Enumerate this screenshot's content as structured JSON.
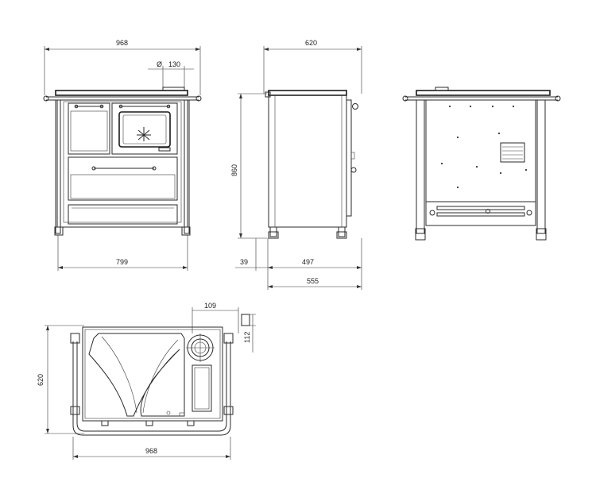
{
  "dimensions": {
    "front_width": "968",
    "flue_symbol": "Ø",
    "flue_diameter": "130",
    "front_inner_width": "799",
    "side_depth": "620",
    "side_height": "860",
    "side_foot_offset": "39",
    "side_inner_depth": "497",
    "side_overall": "555",
    "top_flue_offset_x": "109",
    "top_flue_offset_y": "112",
    "top_depth": "620",
    "top_width": "968"
  },
  "colors": {
    "line": "#2a2a2a",
    "background": "#ffffff"
  }
}
